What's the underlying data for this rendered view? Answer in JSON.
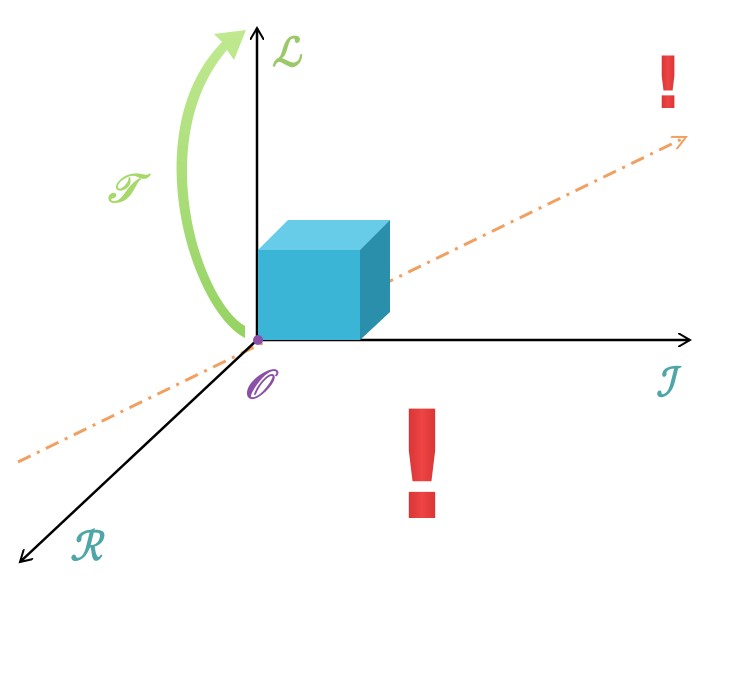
{
  "labels": {
    "vertical_axis": "ℒ",
    "horizontal_axis": "ℐ",
    "depth_axis": "ℛ",
    "origin": "𝒪",
    "rotation": "𝒯",
    "exclamation_small": "!",
    "exclamation_large": "!"
  },
  "colors": {
    "axis": "#000000",
    "vertical_label": "#9bc96a",
    "horizontal_label": "#4fa6a6",
    "depth_label": "#4fa6a6",
    "origin_label": "#8a4fa6",
    "rotation_arrow": "#a6d86a",
    "rotation_label": "#a6d86a",
    "dashed_line": "#f0a060",
    "cube_front": "#3ab5d6",
    "cube_top": "#66cce8",
    "cube_side": "#2a8faa",
    "exclamation": "#d93333"
  }
}
